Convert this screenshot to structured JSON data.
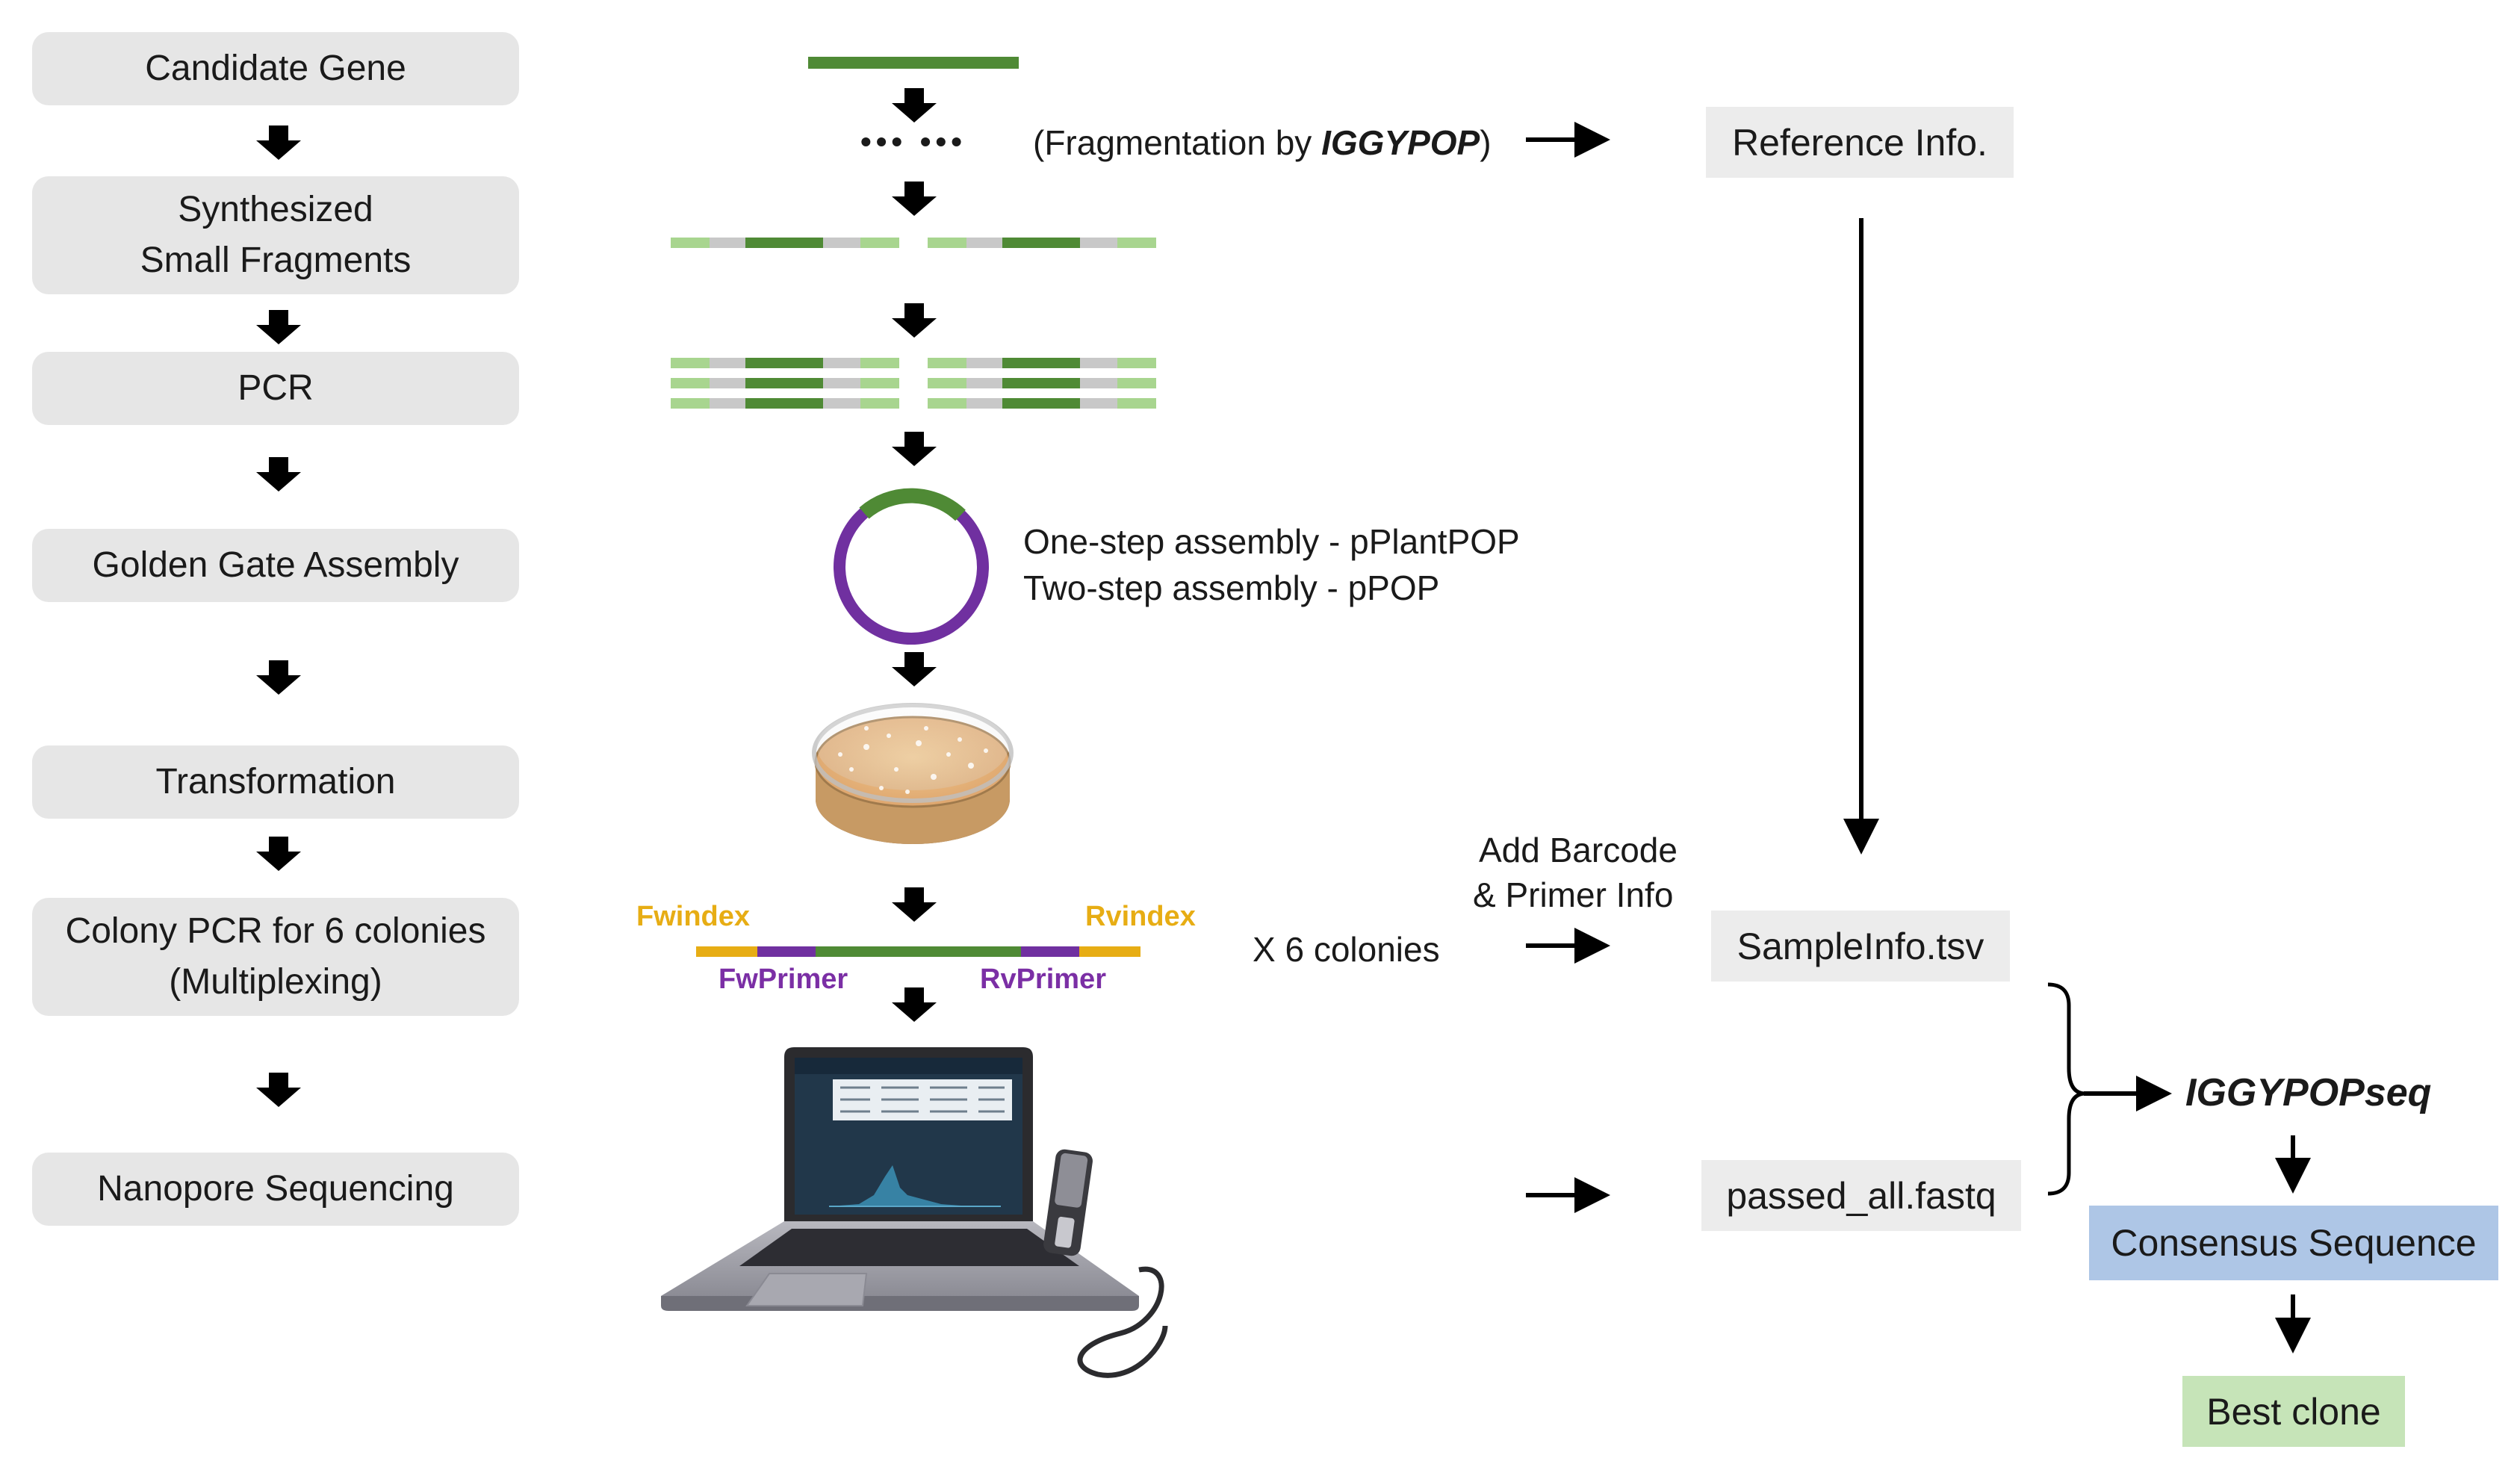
{
  "workflow_steps": [
    {
      "lines": [
        "Candidate Gene"
      ]
    },
    {
      "lines": [
        "Synthesized",
        "Small Fragments"
      ]
    },
    {
      "lines": [
        "PCR"
      ]
    },
    {
      "lines": [
        "Golden Gate Assembly"
      ]
    },
    {
      "lines": [
        "Transformation"
      ]
    },
    {
      "lines": [
        "Colony PCR for 6 colonies",
        "(Multiplexing)"
      ]
    },
    {
      "lines": [
        "Nanopore Sequencing"
      ]
    }
  ],
  "fragmentation": {
    "dots": "•••   •••",
    "prefix": "(Fragmentation by ",
    "tool": "IGGYPOP",
    "suffix": ")"
  },
  "assembly": {
    "one_step": "One-step assembly - pPlantPOP",
    "two_step": "Two-step assembly - pPOP"
  },
  "amplicon_labels": {
    "fw_index": "Fwindex",
    "rv_index": "Rvindex",
    "fw_primer": "FwPrimer",
    "rv_primer": "RvPrimer"
  },
  "colonies_label": "X 6 colonies",
  "barcode_info": [
    "Add Barcode",
    "& Primer Info"
  ],
  "outputs": {
    "reference": "Reference Info.",
    "sample_info": "SampleInfo.tsv",
    "fastq": "passed_all.fastq",
    "pipeline": "IGGYPOPseq",
    "consensus": "Consensus Sequence",
    "best_clone": "Best clone"
  },
  "colors": {
    "step_box": "#e6e6e6",
    "gene_dark_green": "#4f8a35",
    "fragment_light_green": "#a8d58f",
    "fragment_gray": "#c8c8c8",
    "plasmid_purple": "#7030a0",
    "index_gold": "#e7ad14",
    "consensus_blue": "#aec6e6",
    "best_clone_green": "#c6e4b8"
  }
}
